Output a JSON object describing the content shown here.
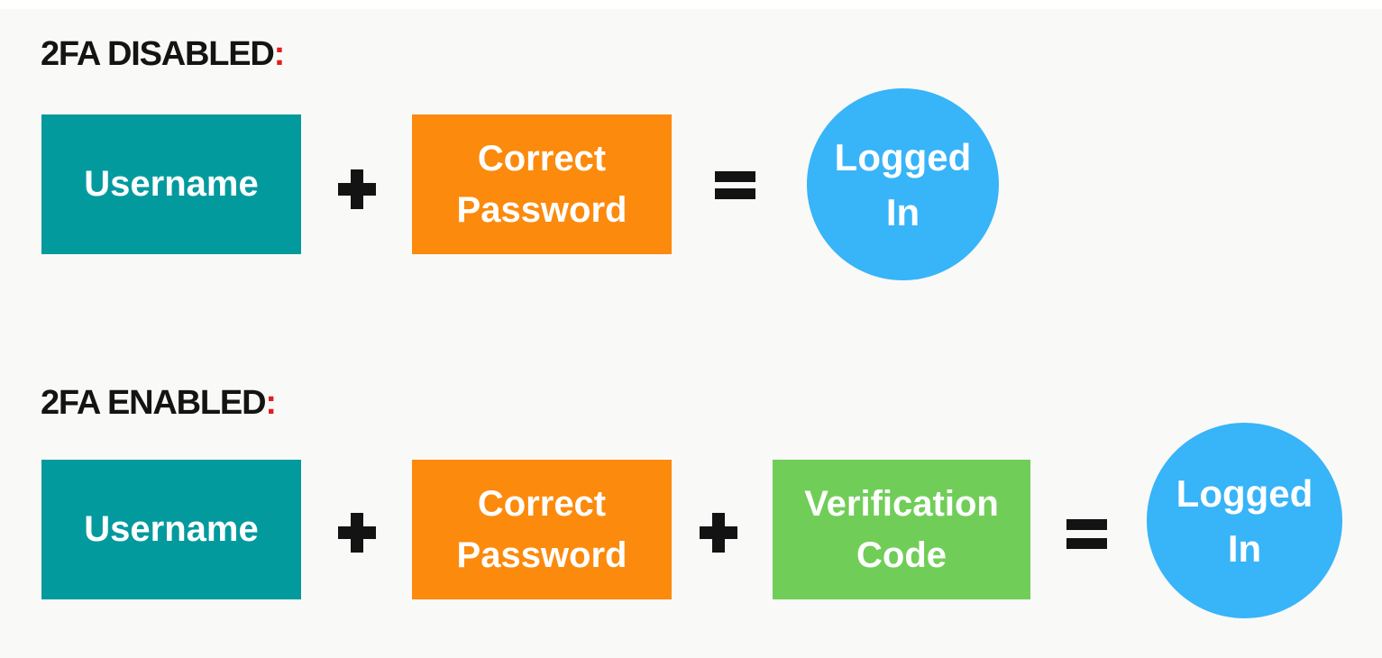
{
  "page": {
    "background": "#F9F9F7",
    "top_strip": "#FFFFFF"
  },
  "colors": {
    "teal": "#039A9E",
    "orange": "#FC8A0D",
    "blue": "#38B4F8",
    "green": "#70CE58",
    "heading": "#141414",
    "colon": "#E11D1D",
    "operator": "#131313",
    "box_text": "#FFFFFF"
  },
  "icons": {
    "plus": "+",
    "equals": "="
  },
  "sections": [
    {
      "heading": "2FA DISABLED",
      "colon": ":",
      "username_box": {
        "label": "Username"
      },
      "password_box": {
        "line1": "Correct",
        "line2": "Password"
      },
      "result_circle": {
        "line1": "Logged",
        "line2": "In"
      }
    },
    {
      "heading": "2FA ENABLED",
      "colon": ":",
      "username_box": {
        "label": "Username"
      },
      "password_box": {
        "line1": "Correct",
        "line2": "Password"
      },
      "verification_box": {
        "line1": "Verification",
        "line2": "Code"
      },
      "result_circle": {
        "line1": "Logged",
        "line2": "In"
      }
    }
  ]
}
